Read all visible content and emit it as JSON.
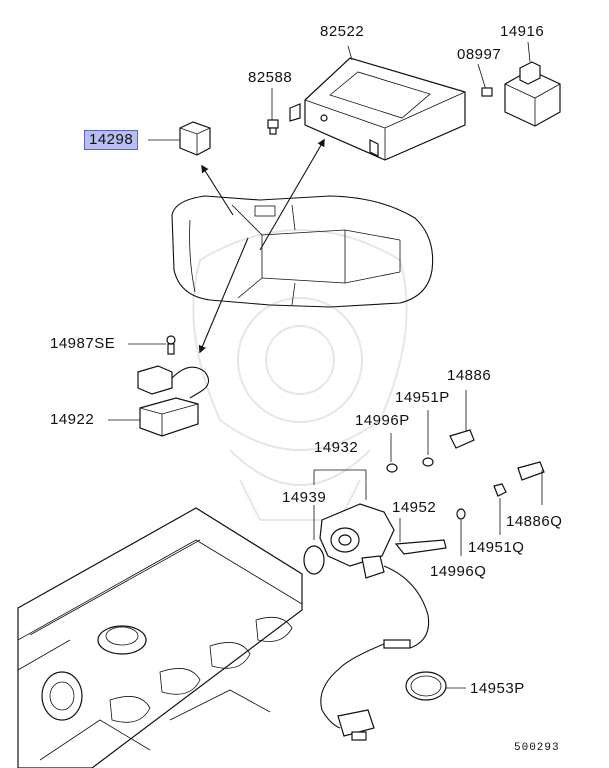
{
  "parts": {
    "p82522": "82522",
    "p14916": "14916",
    "p08997": "08997",
    "p82588": "82588",
    "p14298": "14298",
    "p14987SE": "14987SE",
    "p14922": "14922",
    "p14886": "14886",
    "p14951P": "14951P",
    "p14996P": "14996P",
    "p14932": "14932",
    "p14939": "14939",
    "p14952": "14952",
    "p14886Q": "14886Q",
    "p14951Q": "14951Q",
    "p14996Q": "14996Q",
    "p14953P": "14953P"
  },
  "highlighted_part": "14298",
  "diagram_number": "500293"
}
